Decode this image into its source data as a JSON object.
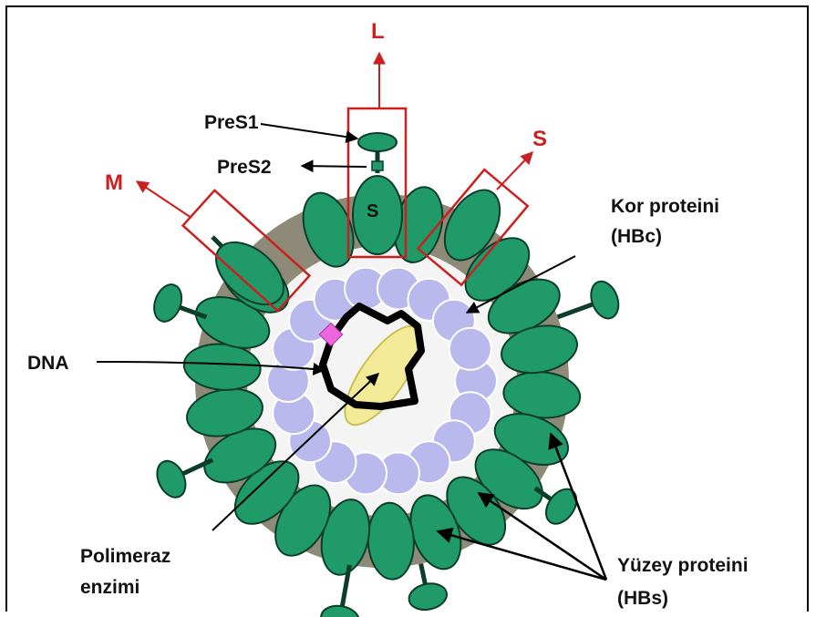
{
  "labels": {
    "L": "L",
    "M": "M",
    "S": "S",
    "s_inner": "S",
    "pres1": "PreS1",
    "pres2": "PreS2",
    "kor_line1": "Kor proteini",
    "kor_line2": "(HBc)",
    "dna": "DNA",
    "pol_line1": "Polimeraz",
    "pol_line2": "enzimi",
    "yuzey_line1": "Yüzey proteini",
    "yuzey_line2": "(HBs)"
  },
  "colors": {
    "surface_protein": "#1f9a68",
    "surface_outline": "#0b3d2a",
    "core_protein": "#b9b9ee",
    "envelope": "#8e8a78",
    "polymerase": "#f3ea98",
    "pink_marker": "#ee66dd",
    "red_label": "#cc1f1f"
  }
}
